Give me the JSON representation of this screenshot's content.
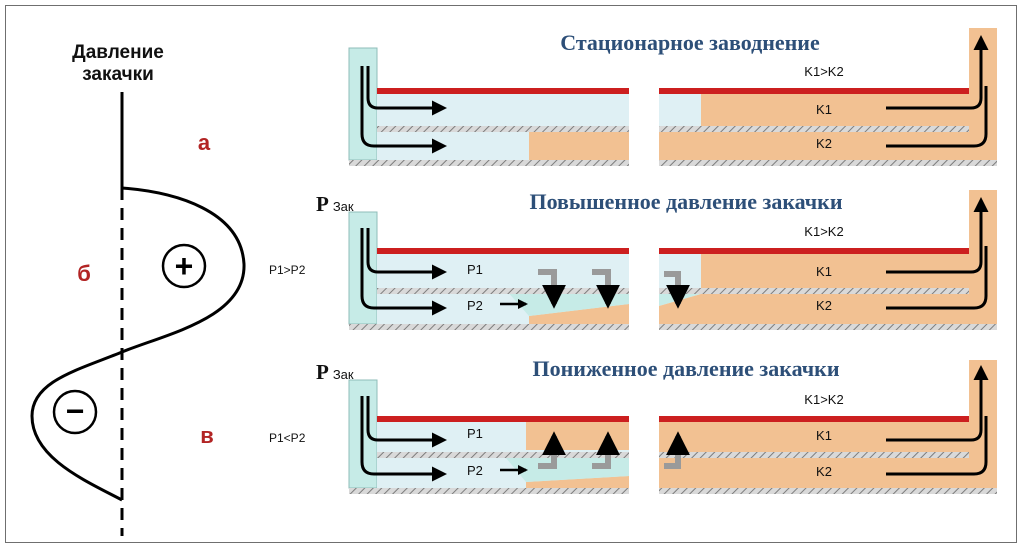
{
  "left_panel": {
    "title_line1": "Давление",
    "title_line2": "закачки",
    "label_a": "а",
    "label_b": "б",
    "label_v": "в",
    "plus_sign": "+",
    "minus_sign": "−",
    "p_rel_b": "P1>P2",
    "p_rel_v": "P1<P2"
  },
  "panels": [
    {
      "title": "Стационарное заводнение",
      "k_relation": "K1>K2",
      "k1": "K1",
      "k2": "K2"
    },
    {
      "p_label": "P",
      "p_sub": "Зак",
      "title": "Повышенное давление закачки",
      "k_relation": "K1>K2",
      "k1": "K1",
      "k2": "K2",
      "p1": "P1",
      "p2": "P2"
    },
    {
      "p_label": "P",
      "p_sub": "Зак",
      "title": "Пониженное давление закачки",
      "k_relation": "K1>K2",
      "k1": "K1",
      "k2": "K2",
      "p1": "P1",
      "p2": "P2"
    }
  ],
  "colors": {
    "water": "#c6ebe7",
    "water_light": "#dff0f4",
    "oil": "#f2c192",
    "red_layer": "#cc1f1f",
    "title_blue": "#2d4f78",
    "letter_red": "#b22424",
    "hatch": "#a9a9a9"
  }
}
